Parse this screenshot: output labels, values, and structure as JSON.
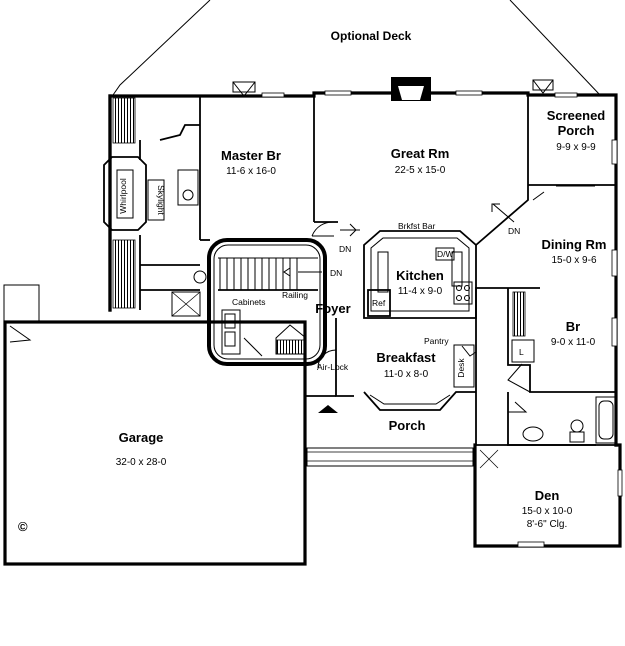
{
  "plan": {
    "deck": {
      "label": "Optional Deck"
    },
    "rooms": {
      "master_br": {
        "name": "Master Br",
        "dims": "11-6 x 16-0"
      },
      "great_rm": {
        "name": "Great Rm",
        "dims": "22-5 x 15-0"
      },
      "screened_porch": {
        "name_line1": "Screened",
        "name_line2": "Porch",
        "dims": "9-9 x 9-9"
      },
      "dining_rm": {
        "name": "Dining Rm",
        "dims": "15-0 x 9-6"
      },
      "kitchen": {
        "name": "Kitchen",
        "dims": "11-4 x 9-0"
      },
      "foyer": {
        "name": "Foyer"
      },
      "br": {
        "name": "Br",
        "dims": "9-0 x 11-0"
      },
      "breakfast": {
        "name": "Breakfast",
        "dims": "11-0 x 8-0"
      },
      "garage": {
        "name": "Garage",
        "dims": "32-0 x 28-0"
      },
      "porch": {
        "name": "Porch"
      },
      "den": {
        "name": "Den",
        "dims": "15-0 x 10-0",
        "note": "8'-6\" Clg."
      }
    },
    "labels": {
      "brkfst_bar": "Brkfst Bar",
      "dw": "D/W",
      "ref": "Ref",
      "pantry": "Pantry",
      "desk": "Desk",
      "air_lock": "Air-Lock",
      "railing": "Railing",
      "cabinets": "Cabinets",
      "whirlpool": "Whirlpool",
      "skylight": "Skylight",
      "dn": "DN",
      "l": "L",
      "copyright": "©"
    }
  }
}
